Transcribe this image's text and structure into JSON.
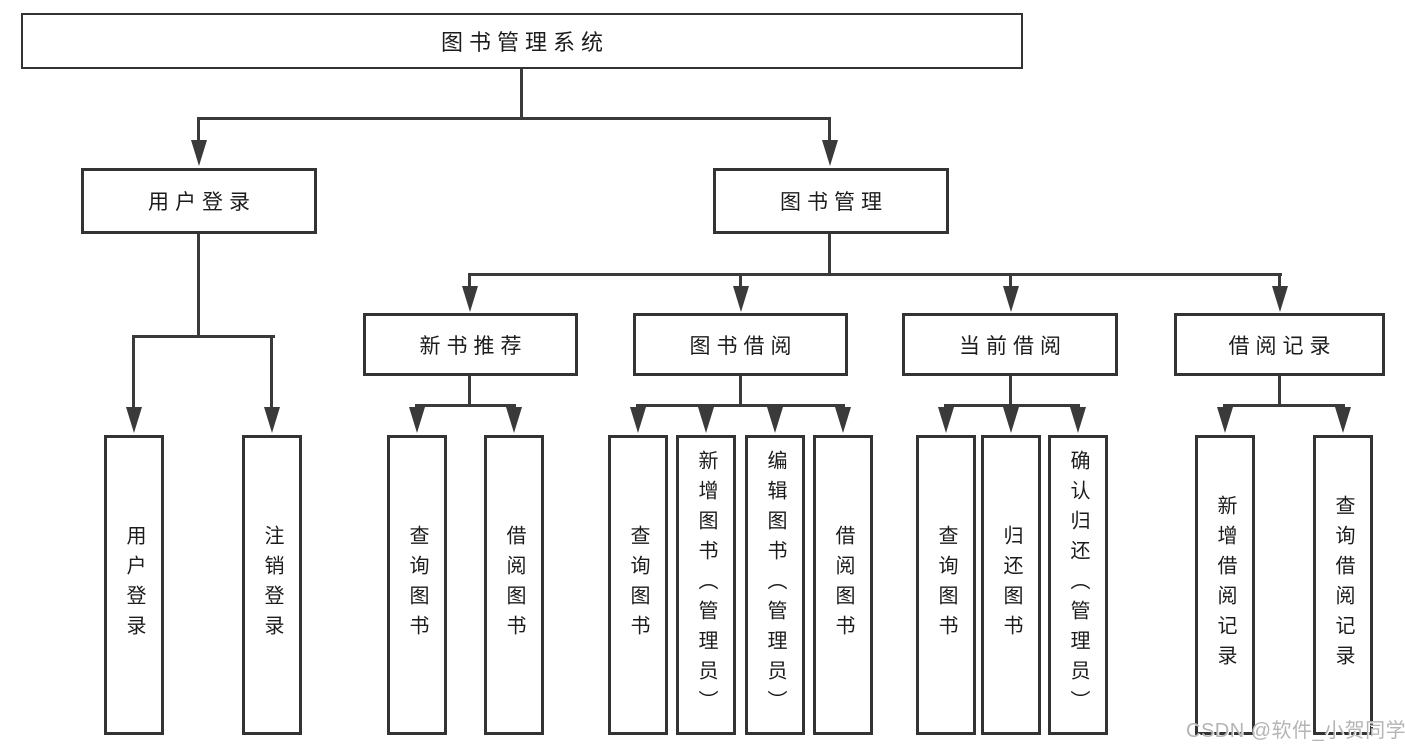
{
  "diagram": {
    "root": "图书管理系统",
    "login": {
      "label": "用户登录",
      "children": [
        "用户登录",
        "注销登录"
      ]
    },
    "mgmt": {
      "label": "图书管理"
    },
    "newbook": {
      "label": "新书推荐",
      "children": [
        "查询图书",
        "借阅图书"
      ]
    },
    "borrow": {
      "label": "图书借阅",
      "children": [
        "查询图书",
        "新增图书（管理员）",
        "编辑图书（管理员）",
        "借阅图书"
      ]
    },
    "current": {
      "label": "当前借阅",
      "children": [
        "查询图书",
        "归还图书",
        "确认归还（管理员）"
      ]
    },
    "records": {
      "label": "借阅记录",
      "children": [
        "新增借阅记录",
        "查询借阅记录"
      ]
    }
  },
  "watermark": {
    "text": "CSDN @软件_小贺同学"
  },
  "colors": {
    "line": "#3a3a3a",
    "box_border": "#333333",
    "text": "#1c1c1c",
    "watermark": "#b5b5b5",
    "background": "#ffffff"
  }
}
